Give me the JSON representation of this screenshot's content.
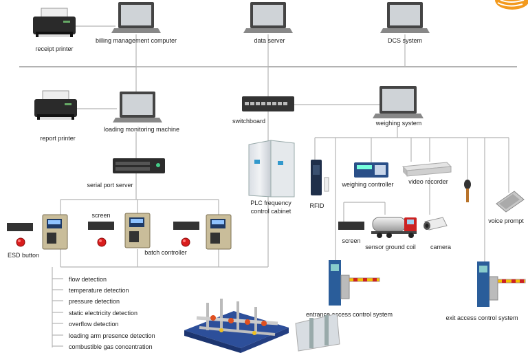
{
  "diagram": {
    "nodes": {
      "receipt_printer": "receipt printer",
      "billing_computer": "billing management computer",
      "data_server": "data server",
      "dcs_system": "DCS system",
      "report_printer": "report printer",
      "loading_monitor": "loading monitoring machine",
      "switchboard": "switchboard",
      "weighing_system": "weighing system",
      "serial_port_server": "serial port server",
      "plc_cabinet_line1": "PLC frequency",
      "plc_cabinet_line2": "control cabinet",
      "rfid": "RFID",
      "weighing_controller": "weighing controller",
      "video_recorder": "video recorder",
      "voice_prompt": "voice prompt",
      "screen_top": "screen",
      "esd_button": "ESD button",
      "batch_controller": "batch controller",
      "screen_bottom": "screen",
      "sensor_ground_coil": "sensor ground coil",
      "camera": "camera",
      "entrance_access": "entrance access control system",
      "exit_access": "exit access control system"
    },
    "detections": [
      "flow detection",
      "temperature detection",
      "pressure detection",
      "static electricity detection",
      "overflow detection",
      "loading arm presence detection",
      "combustible gas concentration"
    ]
  }
}
